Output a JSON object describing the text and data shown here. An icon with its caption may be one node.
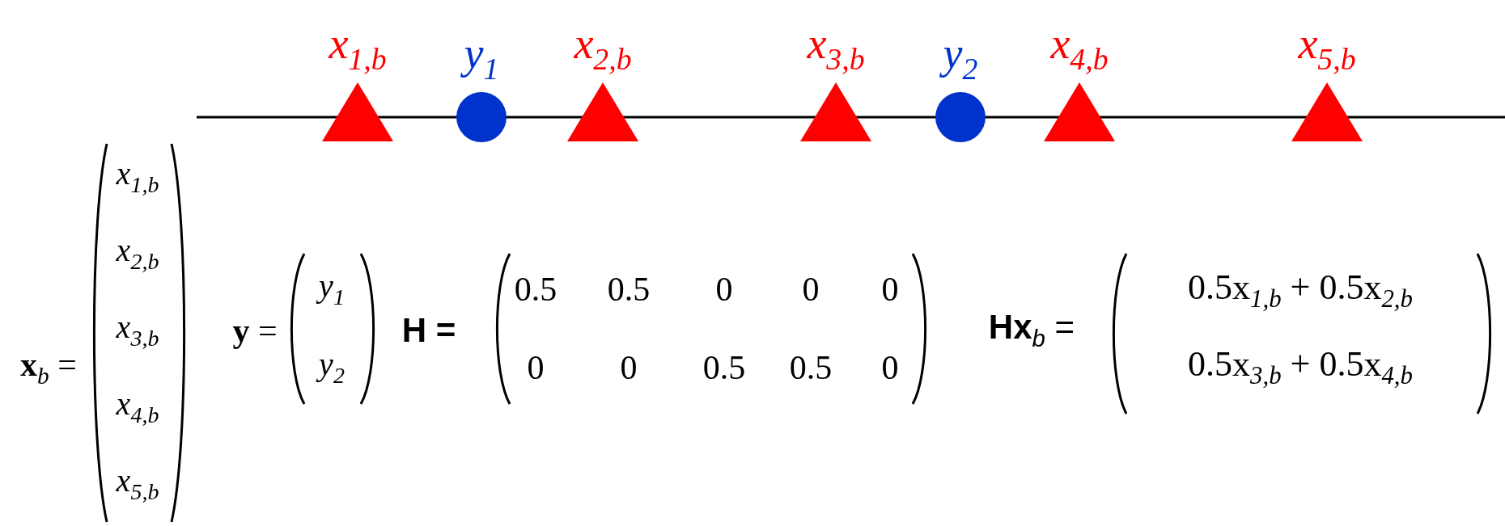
{
  "diagram": {
    "labels": [
      "x$_{1,b}$",
      "y$_{1}$",
      "x$_{2,b}$",
      "x$_{3,b}$",
      "y$_{2}$",
      "x$_{4,b}$",
      "x$_{5,b}$",
      "**x**$_{b}$ =",
      "x$_{1,b}$",
      "x$_{2,b}$",
      "x$_{3,b}$",
      "x$_{4,b}$",
      "x$_{5,b}$",
      "**y** =",
      "y$_{1}$",
      "y$_{2}$",
      "H =",
      "0.5",
      "0.5",
      "0",
      "0",
      "0",
      "0",
      "0",
      "0.5",
      "0.5",
      "0",
      "**Hx**$_{b}$ =",
      "0.5x$_{1,b}$ + 0.5x$_{2,b}$",
      "0.5x$_{3,b}$ + 0.5x$_{4,b}$"
    ]
  }
}
